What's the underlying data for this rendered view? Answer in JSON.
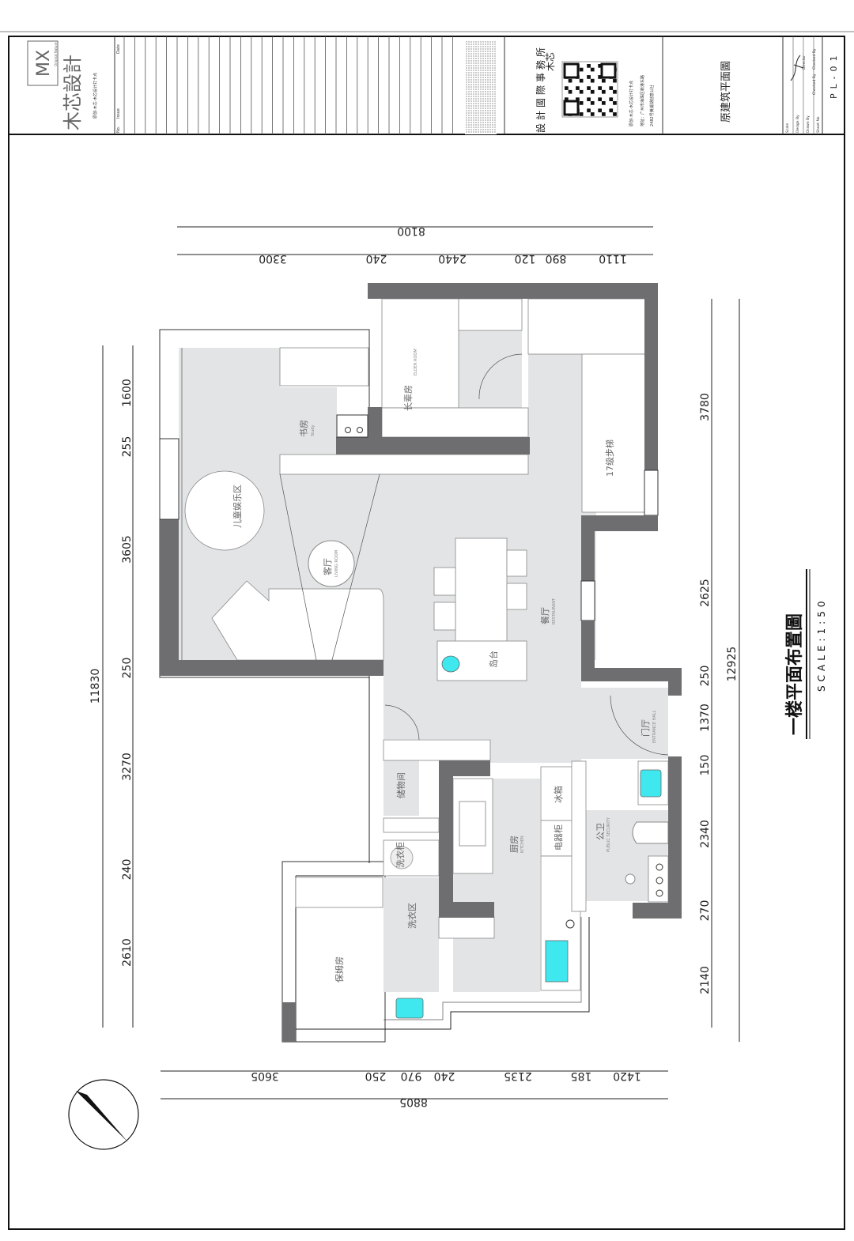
{
  "title_block": {
    "logo_letters": "MX",
    "logo_sub": "Original Nature",
    "logo_name": "木芯設計",
    "logo_tagline": "原创·木芯·木芯设计打卡点",
    "col_no": "No.",
    "col_issue": "Issue",
    "col_date": "Date",
    "firm_name_1": "木芯",
    "firm_name_2": "設計國際事務所",
    "firm_note": "原创·木芯·木芯设计打卡点",
    "address_1": "地址：广州市海珠区新港东路",
    "address_2": "2482号黄浦湖创意公社",
    "drawing_title": "原建筑平面圖",
    "labels": [
      "Scale",
      "Design By",
      "Drawn By",
      "Sheet No",
      "Director",
      "Checked By",
      "Checked By"
    ],
    "sheet_no": "PL-01"
  },
  "plan": {
    "title": "一楼平面布置圖",
    "scale": "SCALE:1:50",
    "rooms": {
      "elder": {
        "cn": "长辈房",
        "en": "ELDER ROOM"
      },
      "study": {
        "cn": "书房",
        "en": "Study"
      },
      "kids": {
        "cn": "儿童娱乐区"
      },
      "living": {
        "cn": "客厅",
        "en": "LIVING ROOM"
      },
      "dining": {
        "cn": "餐厅",
        "en": "RESTAURANT"
      },
      "island": {
        "cn": "岛台"
      },
      "stairs": {
        "cn": "17级步梯"
      },
      "entrance": {
        "cn": "门厅",
        "en": "ENTRANCE HALL"
      },
      "storage": {
        "cn": "储物间"
      },
      "kitchen": {
        "cn": "厨房",
        "en": "KITCHEN"
      },
      "fridge": {
        "cn": "冰箱"
      },
      "appliance": {
        "cn": "电器柜"
      },
      "bath": {
        "cn": "公卫",
        "en": "PUBLIC SECURITY"
      },
      "washer": {
        "cn": "洗衣柜"
      },
      "laundry": {
        "cn": "洗衣区"
      },
      "nanny": {
        "cn": "保姆房"
      }
    },
    "dims": {
      "top_total": "8100",
      "top": [
        "3300",
        "240",
        "2440",
        "120",
        "890",
        "1110"
      ],
      "left_total": "11830",
      "left": [
        "1600",
        "255",
        "3605",
        "250",
        "3270",
        "240",
        "2610"
      ],
      "right_total": "12925",
      "right": [
        "3780",
        "2625",
        "250",
        "1370",
        "150",
        "2340",
        "270",
        "2140"
      ],
      "bottom_total": "8805",
      "bottom": [
        "3605",
        "250",
        "970",
        "240",
        "2135",
        "185",
        "1420"
      ]
    }
  }
}
